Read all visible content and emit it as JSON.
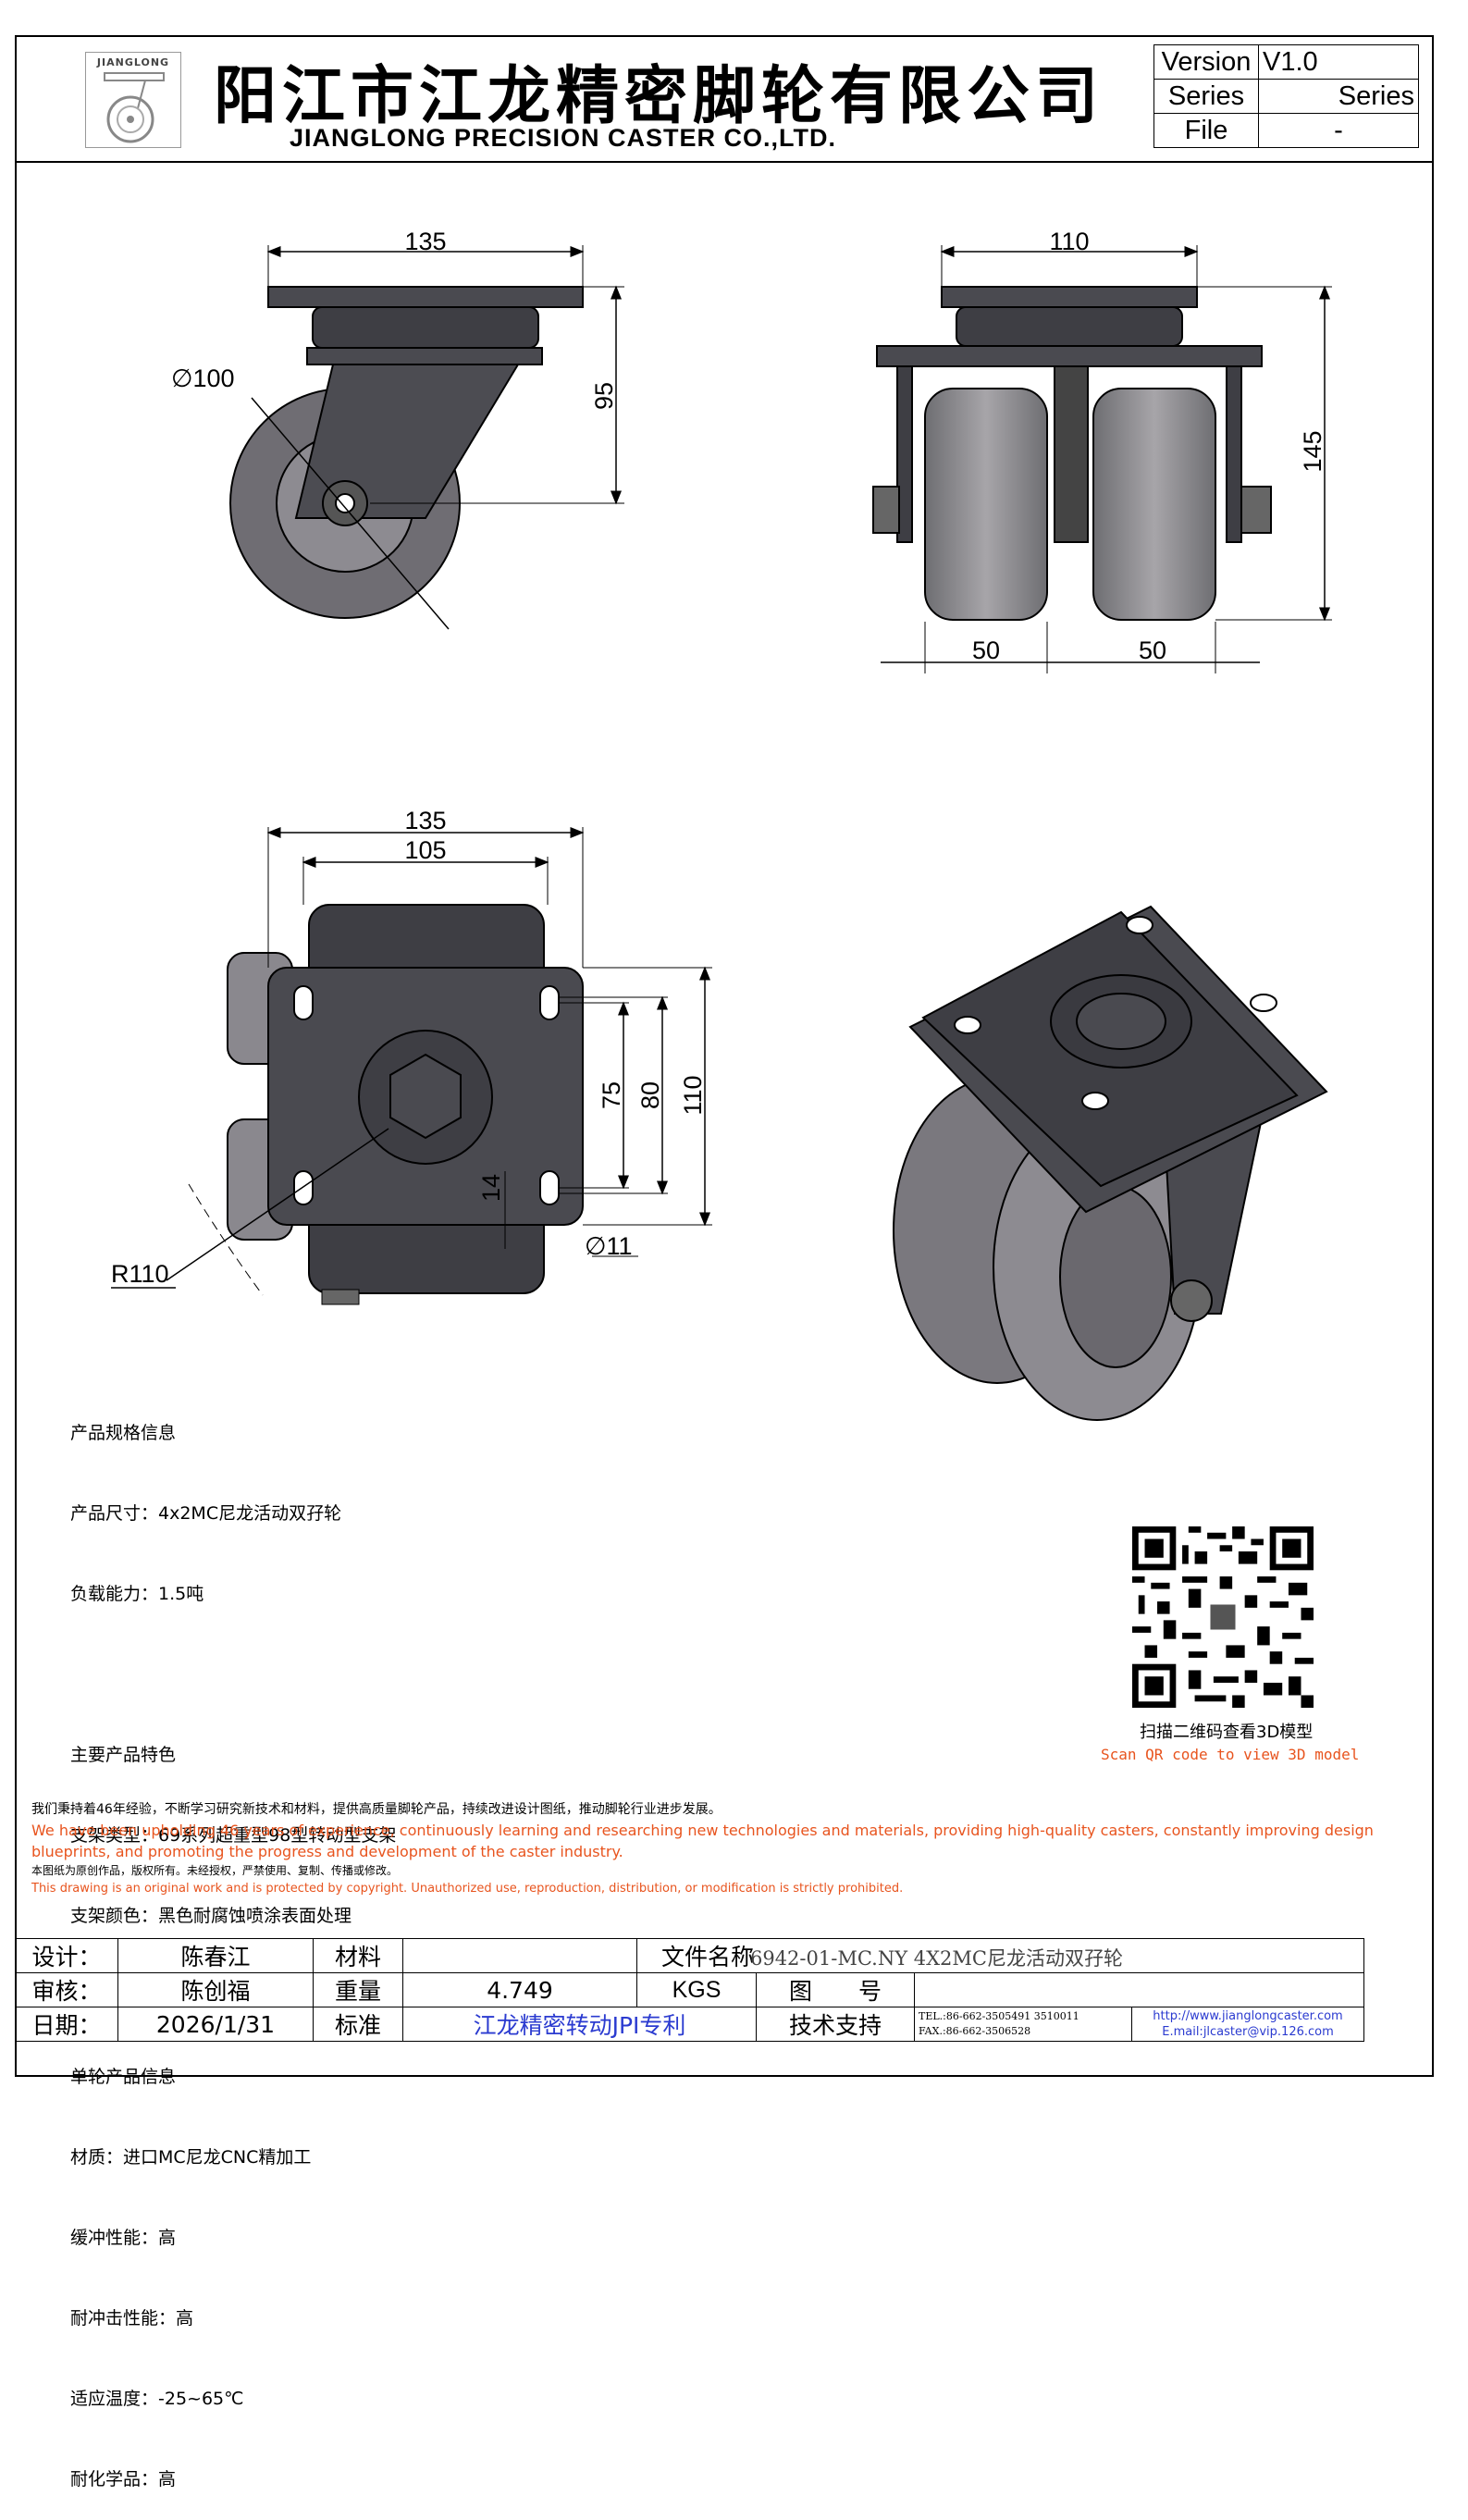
{
  "header": {
    "logo_text": "JIANGLONG",
    "title_cn": "阳江市江龙精密脚轮有限公司",
    "title_en": "JIANGLONG PRECISION CASTER CO.,LTD.",
    "version_label": "Version",
    "version_value": "V1.0",
    "series_label": "Series",
    "series_value": "Series",
    "file_label": "File",
    "file_value": "-"
  },
  "dimensions": {
    "side_width": "135",
    "side_height": "95",
    "wheel_dia": "∅100",
    "front_width": "110",
    "front_height": "145",
    "wheel_w1": "50",
    "wheel_w2": "50",
    "top_outer": "135",
    "top_inner": "105",
    "hole_v1": "75",
    "hole_v2": "80",
    "plate_h": "110",
    "slot": "14",
    "hole_dia": "∅11",
    "radius": "R110"
  },
  "info": {
    "spec_title": "产品规格信息",
    "spec_size": "产品尺寸：4x2MC尼龙活动双孖轮",
    "spec_load": "负载能力：1.5吨",
    "feat_title": "主要产品特色",
    "feat_bracket": "支架类型：69系列超重型98型转动型支架",
    "feat_color": "支架颜色：黑色耐腐蚀喷涂表面处理",
    "wheel_title": "单轮产品信息",
    "wheel_material": "材质：进口MC尼龙CNC精加工",
    "wheel_cushion": "缓冲性能：高",
    "wheel_impact": "耐冲击性能：高",
    "wheel_temp": "适应温度：-25~65℃",
    "wheel_chem": "耐化学品：高"
  },
  "qr": {
    "caption_cn": "扫描二维码查看3D模型",
    "caption_en": "Scan QR code to view 3D model"
  },
  "statement": {
    "cn": "我们秉持着46年经验，不断学习研究新技术和材料，提供高质量脚轮产品，持续改进设计图纸，推动脚轮行业进步发展。",
    "en_line1": "We have been upholding 46 years of experience, continuously learning and researching new technologies and materials, providing high-quality casters, constantly improving design",
    "en_line2": "blueprints, and promoting the progress and development of the caster industry.",
    "cn_copyright": "本图纸为原创作品，版权所有。未经授权，严禁使用、复制、传播或修改。",
    "en_copyright": "This drawing is an original work and is protected by copyright. Unauthorized use, reproduction, distribution, or modification is strictly prohibited."
  },
  "title_block": {
    "design_label": "设计：",
    "designer": "陈春江",
    "material_label": "材料",
    "material_value": "",
    "filename_label": "文件名称",
    "filename_value": "6942-01-MC.NY 4X2MC尼龙活动双孖轮",
    "review_label": "审核：",
    "reviewer": "陈创福",
    "weight_label": "重量",
    "weight_value": "4.749",
    "weight_unit": "KGS",
    "drawing_no_label": "图　　号",
    "drawing_no_value": "",
    "date_label": "日期：",
    "date_value": "2026/1/31",
    "standard_label": "标准",
    "standard_value": "江龙精密转动JPI专利",
    "support_label": "技术支持",
    "tel": "TEL.:86-662-3505491 3510011",
    "fax": "FAX.:86-662-3506528",
    "website": "http://www.jianglongcaster.com",
    "email": "E.mail:jlcaster@vip.126.com"
  }
}
